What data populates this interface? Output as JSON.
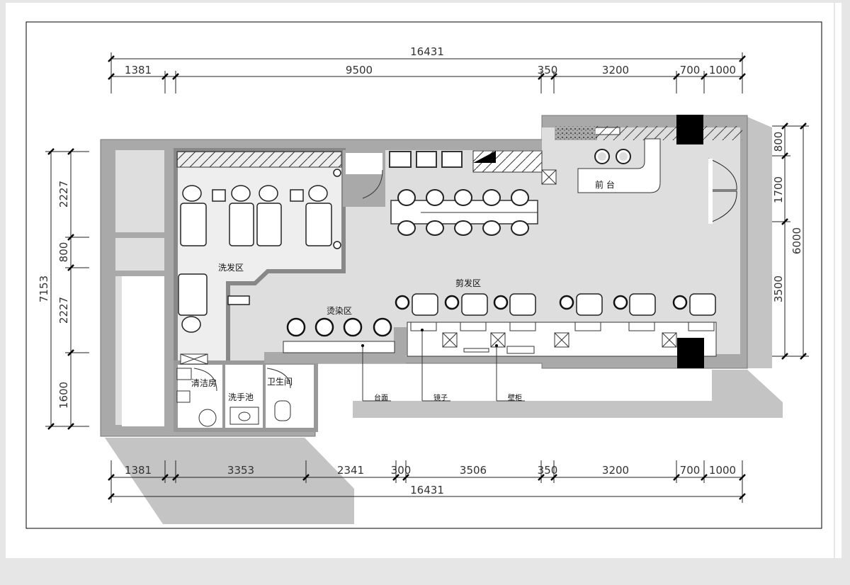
{
  "dimensions": {
    "top_total": "16431",
    "top_segments": [
      "1381",
      "9500",
      "350",
      "3200",
      "700",
      "1000"
    ],
    "bottom_segments": [
      "1381",
      "3353",
      "2341",
      "300",
      "3506",
      "350",
      "3200",
      "700",
      "1000"
    ],
    "bottom_total": "16431",
    "left_total": "7153",
    "left_segments": [
      "2227",
      "800",
      "2227",
      "1600"
    ],
    "right_segments": [
      "800",
      "1700",
      "3500"
    ],
    "right_total": "6000"
  },
  "rooms": {
    "shampoo_area": "洗发区",
    "cleaning_room": "清洁房",
    "wash_basin": "洗手池",
    "restroom": "卫生间",
    "reception": "前 台",
    "haircut_area": "剪发区",
    "perm_dye_area": "烫染区"
  },
  "callouts": {
    "counter": "台面",
    "mirror": "镜子",
    "wall_cabinet": "壁柜"
  }
}
